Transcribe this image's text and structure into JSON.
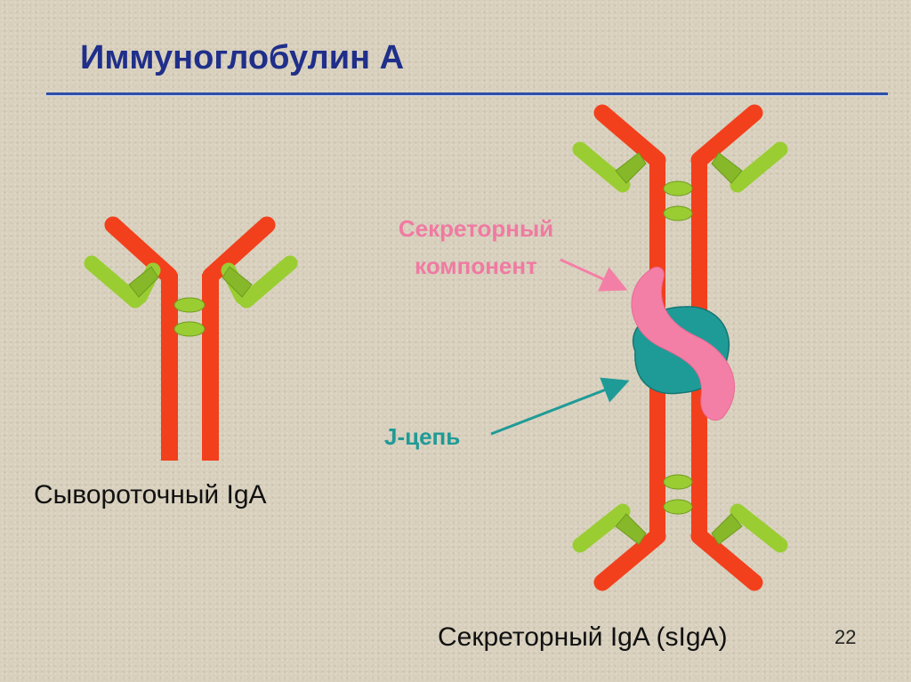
{
  "slide": {
    "title": "Иммуноглобулин А",
    "slide_number": "22"
  },
  "diagram": {
    "serum_label": "Сывороточный IgA",
    "secretory_label": "Секреторный IgA (sIgA)",
    "secretory_component_label_line1": "Секреторный",
    "secretory_component_label_line2": "компонент",
    "j_chain_label": "J-цепь"
  },
  "colors": {
    "heavy_chain": "#f2401c",
    "light_chain": "#9acd32",
    "light_chain_dark": "#6e9c1e",
    "secretory_component": "#f47fa6",
    "j_chain": "#1f9b97",
    "title": "#1f2f8a"
  }
}
